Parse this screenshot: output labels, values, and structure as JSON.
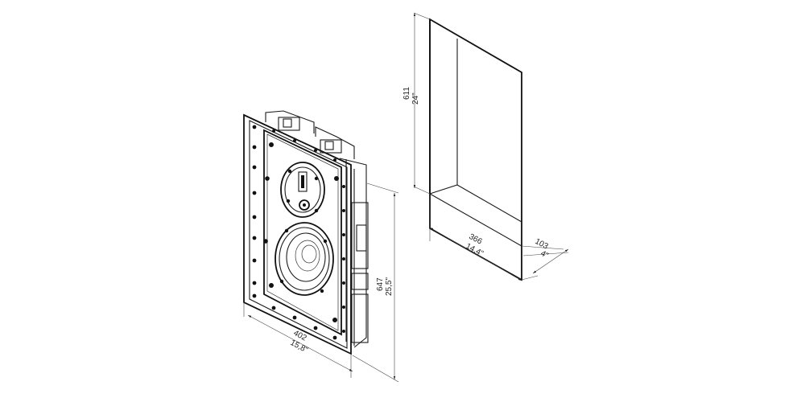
{
  "speaker": {
    "width_mm": "402",
    "width_in": "15,8\"",
    "height_mm": "647",
    "height_in": "25,5\""
  },
  "cutout": {
    "height_mm": "611",
    "height_in": "24\"",
    "width_mm": "366",
    "width_in": "14,4\"",
    "depth_mm": "103",
    "depth_in": "4\""
  }
}
